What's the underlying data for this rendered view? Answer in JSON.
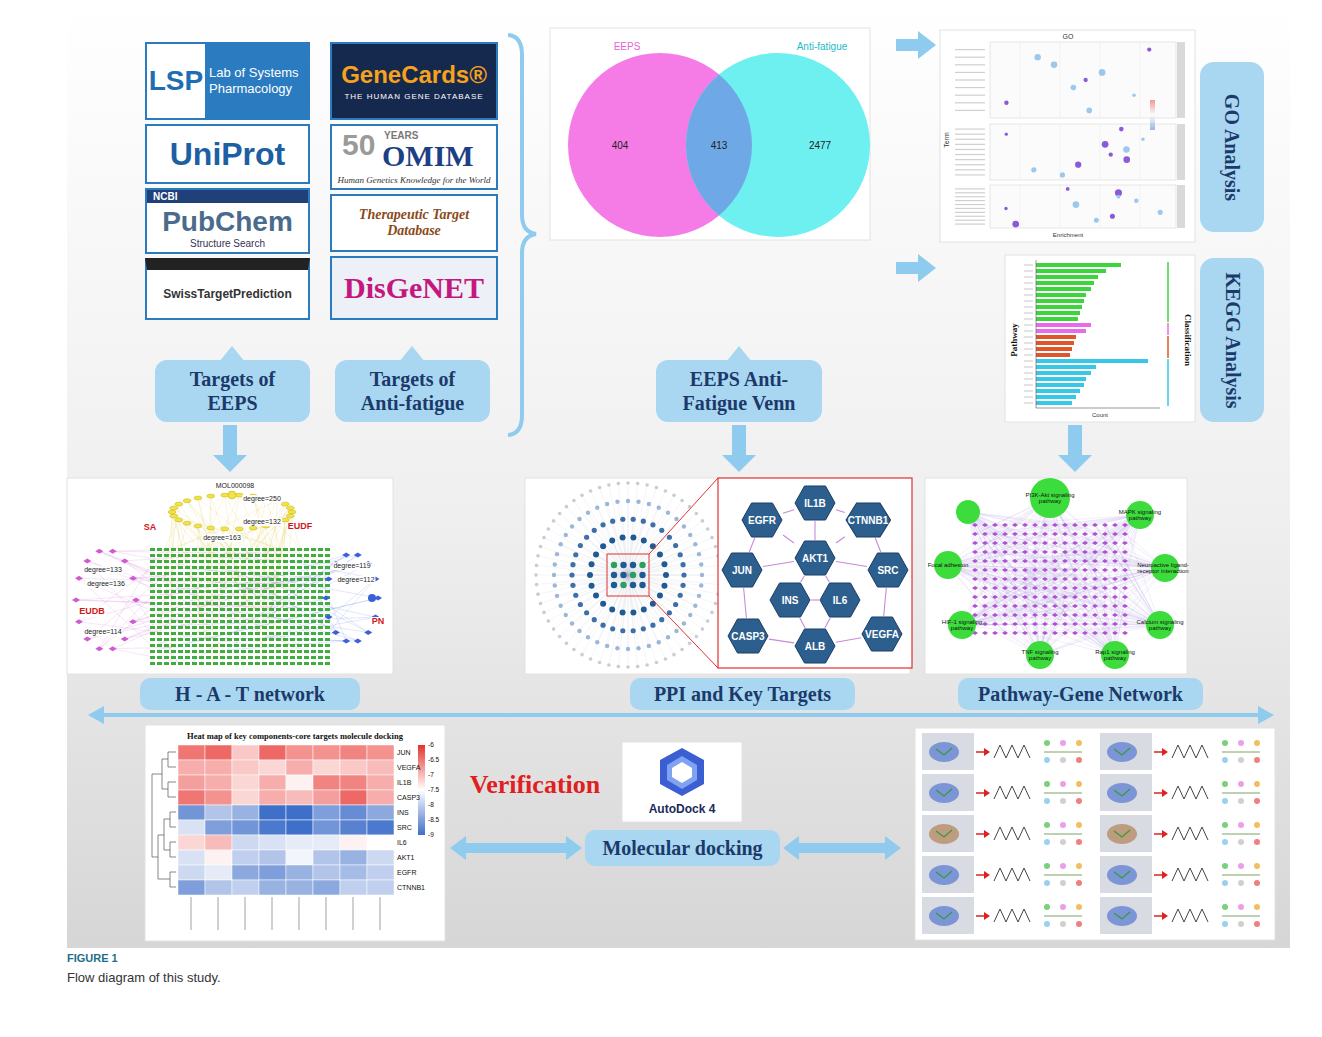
{
  "diagram": {
    "caption": "Flow diagram of this study.",
    "nodes": [
      {
        "text": [
          "LSP",
          "Lab of Systems Pharmacology"
        ]
      },
      {
        "text": [
          "UniProt"
        ]
      },
      {
        "text": [
          "NCBI",
          "PubChem",
          "Structure Search"
        ]
      },
      {
        "text": [
          "SwissTargetPrediction"
        ]
      },
      {
        "text": [
          "GeneCards®",
          "THE HUMAN GENE DATABASE"
        ]
      },
      {
        "text": [
          "50",
          "YEARS",
          "OMIM",
          "Human Genetics Knowledge for the World"
        ]
      },
      {
        "text": [
          "Therapeutic Target Database"
        ]
      },
      {
        "text": [
          "DisGeNET"
        ]
      },
      {
        "text": [
          "Targets of EEPS"
        ]
      },
      {
        "text": [
          "Targets of Anti-fatigue"
        ]
      },
      {
        "text": [
          "EEPS Anti-Fatigue Venn"
        ]
      },
      {
        "text": [
          "GO Analysis"
        ]
      },
      {
        "text": [
          "KEGG Analysis"
        ]
      },
      {
        "text": [
          "H - A - T network"
        ]
      },
      {
        "text": [
          "PPI and Key Targets"
        ]
      },
      {
        "text": [
          "Pathway-Gene Network"
        ]
      },
      {
        "text": [
          "IL1B"
        ]
      },
      {
        "text": [
          "CTNNB1"
        ]
      },
      {
        "text": [
          "SRC"
        ]
      },
      {
        "text": [
          "VEGFA"
        ]
      },
      {
        "text": [
          "ALB"
        ]
      },
      {
        "text": [
          "CASP3"
        ]
      },
      {
        "text": [
          "JUN"
        ]
      },
      {
        "text": [
          "EGFR"
        ]
      },
      {
        "text": [
          "AKT1"
        ]
      },
      {
        "text": [
          "INS"
        ]
      },
      {
        "text": [
          "IL6"
        ]
      },
      {
        "text": [
          "AutoDock 4"
        ]
      },
      {
        "text": [
          "Molecular docking"
        ]
      }
    ],
    "edges": [
      {
        "from": 24,
        "to": 16,
        "arrow": "none"
      },
      {
        "from": 24,
        "to": 17,
        "arrow": "none"
      },
      {
        "from": 24,
        "to": 18,
        "arrow": "none"
      },
      {
        "from": 24,
        "to": 22,
        "arrow": "none"
      },
      {
        "from": 24,
        "to": 23,
        "arrow": "none"
      },
      {
        "from": 24,
        "to": 25,
        "arrow": "none"
      },
      {
        "from": 24,
        "to": 26,
        "arrow": "none"
      },
      {
        "from": 16,
        "to": 17,
        "arrow": "none"
      },
      {
        "from": 17,
        "to": 18,
        "arrow": "none"
      },
      {
        "from": 18,
        "to": 19,
        "arrow": "none"
      },
      {
        "from": 19,
        "to": 20,
        "arrow": "none"
      },
      {
        "from": 20,
        "to": 21,
        "arrow": "none"
      },
      {
        "from": 21,
        "to": 22,
        "arrow": "none"
      },
      {
        "from": 22,
        "to": 23,
        "arrow": "none"
      },
      {
        "from": 23,
        "to": 16,
        "arrow": "none"
      },
      {
        "from": 25,
        "to": 26,
        "arrow": "none"
      },
      {
        "from": 25,
        "to": 21,
        "arrow": "none"
      },
      {
        "from": 25,
        "to": 20,
        "arrow": "none"
      },
      {
        "from": 26,
        "to": 20,
        "arrow": "none"
      },
      {
        "from": 26,
        "to": 19,
        "arrow": "none"
      }
    ],
    "labels": [
      "EEPS",
      "Anti-fatigue",
      "404",
      "413",
      "2477",
      "GO",
      "Term",
      "Enrichment",
      "Pathway",
      "Classification",
      "Count",
      "MOL000098",
      "degree=250",
      "degree=132",
      "degree=163",
      "SA",
      "EUDF",
      "EUDB",
      "degree=133",
      "degree=136",
      "degree=114",
      "PN",
      "degree=119",
      "degree=112",
      "PI3K-Akt signaling pathway",
      "MAPK signaling pathway",
      "Neuroactive ligand-receptor interaction",
      "Calcium signaling pathway",
      "Rap1 signaling pathway",
      "TNF signaling pathway",
      "HIF-1 signaling pathway",
      "Focal adhesion",
      "Heat map of key components-core targets molecule docking",
      "JUN",
      "VEGFA",
      "IL1B",
      "CASP3",
      "INS",
      "SRC",
      "IL6",
      "AKT1",
      "EGFR",
      "CTNNB1",
      "-6",
      "-6.5",
      "-7",
      "-7.5",
      "-8",
      "-8.5",
      "-9",
      "Verification",
      "FIGURE 1"
    ]
  }
}
